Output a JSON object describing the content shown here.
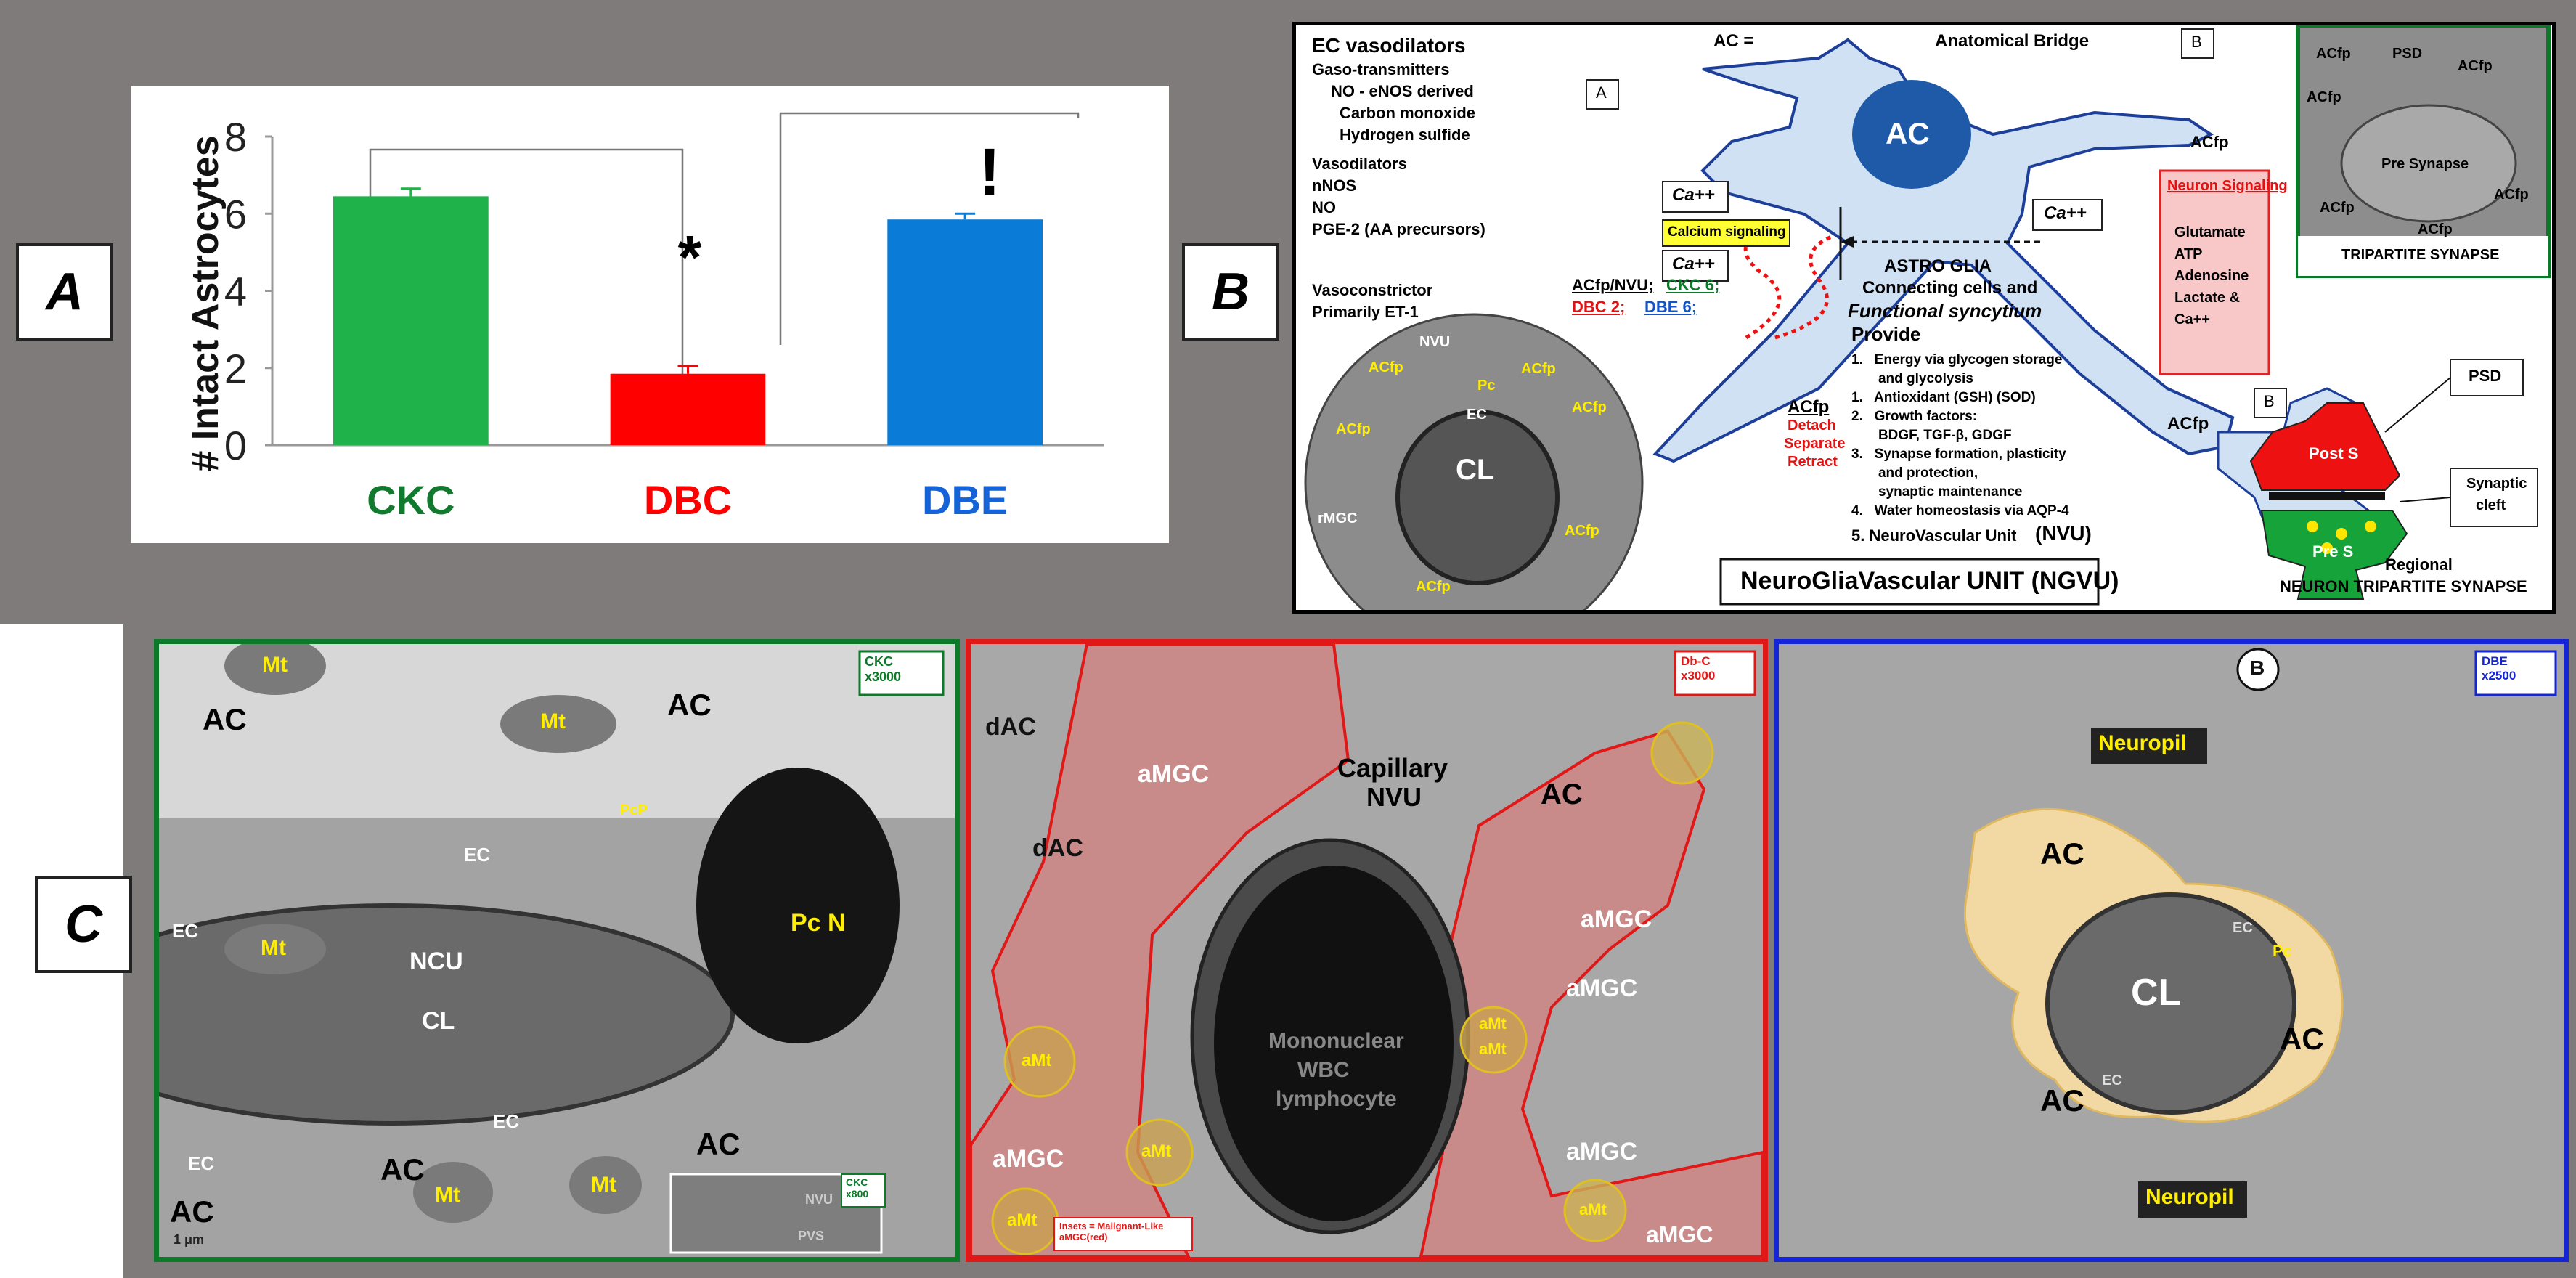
{
  "panel_labels": {
    "a": "A",
    "b": "B",
    "c": "C"
  },
  "chart_data": {
    "type": "bar",
    "ylabel": "# Intact Astrocytes",
    "ylim": [
      0,
      8
    ],
    "yticks": [
      0,
      2,
      4,
      6,
      8
    ],
    "categories": [
      "CKC",
      "DBC",
      "DBE"
    ],
    "values": [
      6.45,
      1.85,
      5.85
    ],
    "errors": [
      0.2,
      0.2,
      0.15
    ],
    "colors": [
      "#1fb14a",
      "#ff0000",
      "#0a7bd6"
    ],
    "category_colors": [
      "#117a2e",
      "#ff0000",
      "#1463d8"
    ],
    "annotations": {
      "dbc": "*",
      "dbe": "!"
    }
  },
  "diagram": {
    "ec_title": "EC vasodilators",
    "ec_lines": [
      "Gaso-transmitters",
      "NO - eNOS derived",
      "Carbon monoxide",
      "Hydrogen sulfide",
      "Vasodilators",
      "nNOS",
      "NO",
      "PGE-2 (AA precursors)"
    ],
    "vasoconstrictor": [
      "Vasoconstrictor",
      "Primarily ET-1"
    ],
    "ac_eq": "AC =",
    "anatomical_bridge": "Anatomical Bridge",
    "label_a": "A",
    "label_b_top": "B",
    "label_b_mid": "B",
    "ac": "AC",
    "ca1": "Ca++",
    "ca2": "Ca++",
    "ca3": "Ca++",
    "calcium_signaling": "Calcium signaling",
    "astroglia": "ASTRO  GLIA",
    "connecting": "Connecting cells and",
    "functional": "Functional syncytium",
    "acfp_nvu": "ACfp/NVU;",
    "ckc6": "CKC 6;",
    "dbc2": "DBC 2;",
    "dbe6": "DBE 6;",
    "provide": "Provide",
    "provide_items": [
      "1.   Energy via glycogen storage",
      "       and glycolysis",
      "1.   Antioxidant (GSH) (SOD)",
      "2.   Growth factors:",
      "       BDGF, TGF-β, GDGF",
      "3.   Synapse formation, plasticity",
      "       and protection,",
      "       synaptic maintenance",
      "4.   Water homeostasis via AQP-4"
    ],
    "nvu_line": "5.   NeuroVascular Unit",
    "nvu_abbr": "(NVU)",
    "ngvu": "NeuroGliaVascular UNIT (NGVU)",
    "acfp_red": "ACfp",
    "detach": "Detach",
    "separate": "Separate",
    "retract": "Retract",
    "acfp_branch1": "ACfp",
    "acfp_branch2": "ACfp",
    "neuron_signaling_title": "Neuron Signaling",
    "neuron_signaling_items": [
      "Glutamate",
      "ATP",
      "Adenosine",
      "Lactate &",
      "Ca++"
    ],
    "psd": "PSD",
    "post_s": "Post S",
    "pre_s": "Pre S",
    "synaptic_cleft": [
      "Synaptic",
      "cleft"
    ],
    "regional": "Regional",
    "neuron_tripartite": "NEURON TRIPARTITE SYNAPSE",
    "micro_labels": {
      "acfp1": "ACfp",
      "psd": "PSD",
      "acfp2": "ACfp",
      "acfp3": "ACfp",
      "pre_synapse": "Pre Synapse",
      "acfp4": "ACfp",
      "acfp5": "ACfp",
      "acfp6": "ACfp"
    },
    "tripartite_caption": "TRIPARTITE  SYNAPSE",
    "circle_labels": {
      "nvu": "NVU",
      "acfp1": "ACfp",
      "pc": "Pc",
      "acfp2": "ACfp",
      "acfp3": "ACfp",
      "ec": "EC",
      "acfp4": "ACfp",
      "cl": "CL",
      "rmgc": "rMGC",
      "acfp5": "ACfp",
      "acfp6": "ACfp"
    }
  },
  "em_ckc": {
    "tag": "CKC\nx3000",
    "inset_tag": "CKC\nx800",
    "labels": {
      "mt1": "Mt",
      "ac1": "AC",
      "mt2": "Mt",
      "ac2": "AC",
      "pcp": "PcP",
      "ec1": "EC",
      "ec2": "EC",
      "mt3": "Mt",
      "ncu": "NCU",
      "pcn": "Pc N",
      "cl": "CL",
      "ec3": "EC",
      "ec4": "EC",
      "ac3": "AC",
      "ac4": "AC",
      "mt4": "Mt",
      "mt5": "Mt",
      "ac5": "AC",
      "nvu_inset": "NVU",
      "pvs_inset": "PVS"
    },
    "scale": "1 μm"
  },
  "em_dbc": {
    "tag": "Db-C\nx3000",
    "labels": {
      "dac1": "dAC",
      "amgc1": "aMGC",
      "capillary": "Capillary",
      "nvu": "NVU",
      "ac": "AC",
      "dac2": "dAC",
      "amgc2": "aMGC",
      "amgc3": "aMGC",
      "mononuclear": "Mononuclear",
      "wbc": "WBC",
      "lymphocyte": "lymphocyte",
      "amt1": "aMt",
      "amt2": "aMt",
      "amt3": "aMt",
      "amgc4": "aMGC",
      "amgc5": "aMGC",
      "amt4": "aMt",
      "amt5": "aMt",
      "amt6": "aMt",
      "amgc6": "aMGC"
    },
    "inset_caption": "Insets = Malignant-Like\naMGC(red)"
  },
  "em_dbe": {
    "tag": "DBE\nx2500",
    "circle_b": "B",
    "neuropil1": "Neuropil",
    "neuropil2": "Neuropil",
    "labels": {
      "ac1": "AC",
      "cl": "CL",
      "ec1": "EC",
      "ec2": "EC",
      "pc": "Pc",
      "ac2": "AC",
      "ac3": "AC"
    }
  }
}
